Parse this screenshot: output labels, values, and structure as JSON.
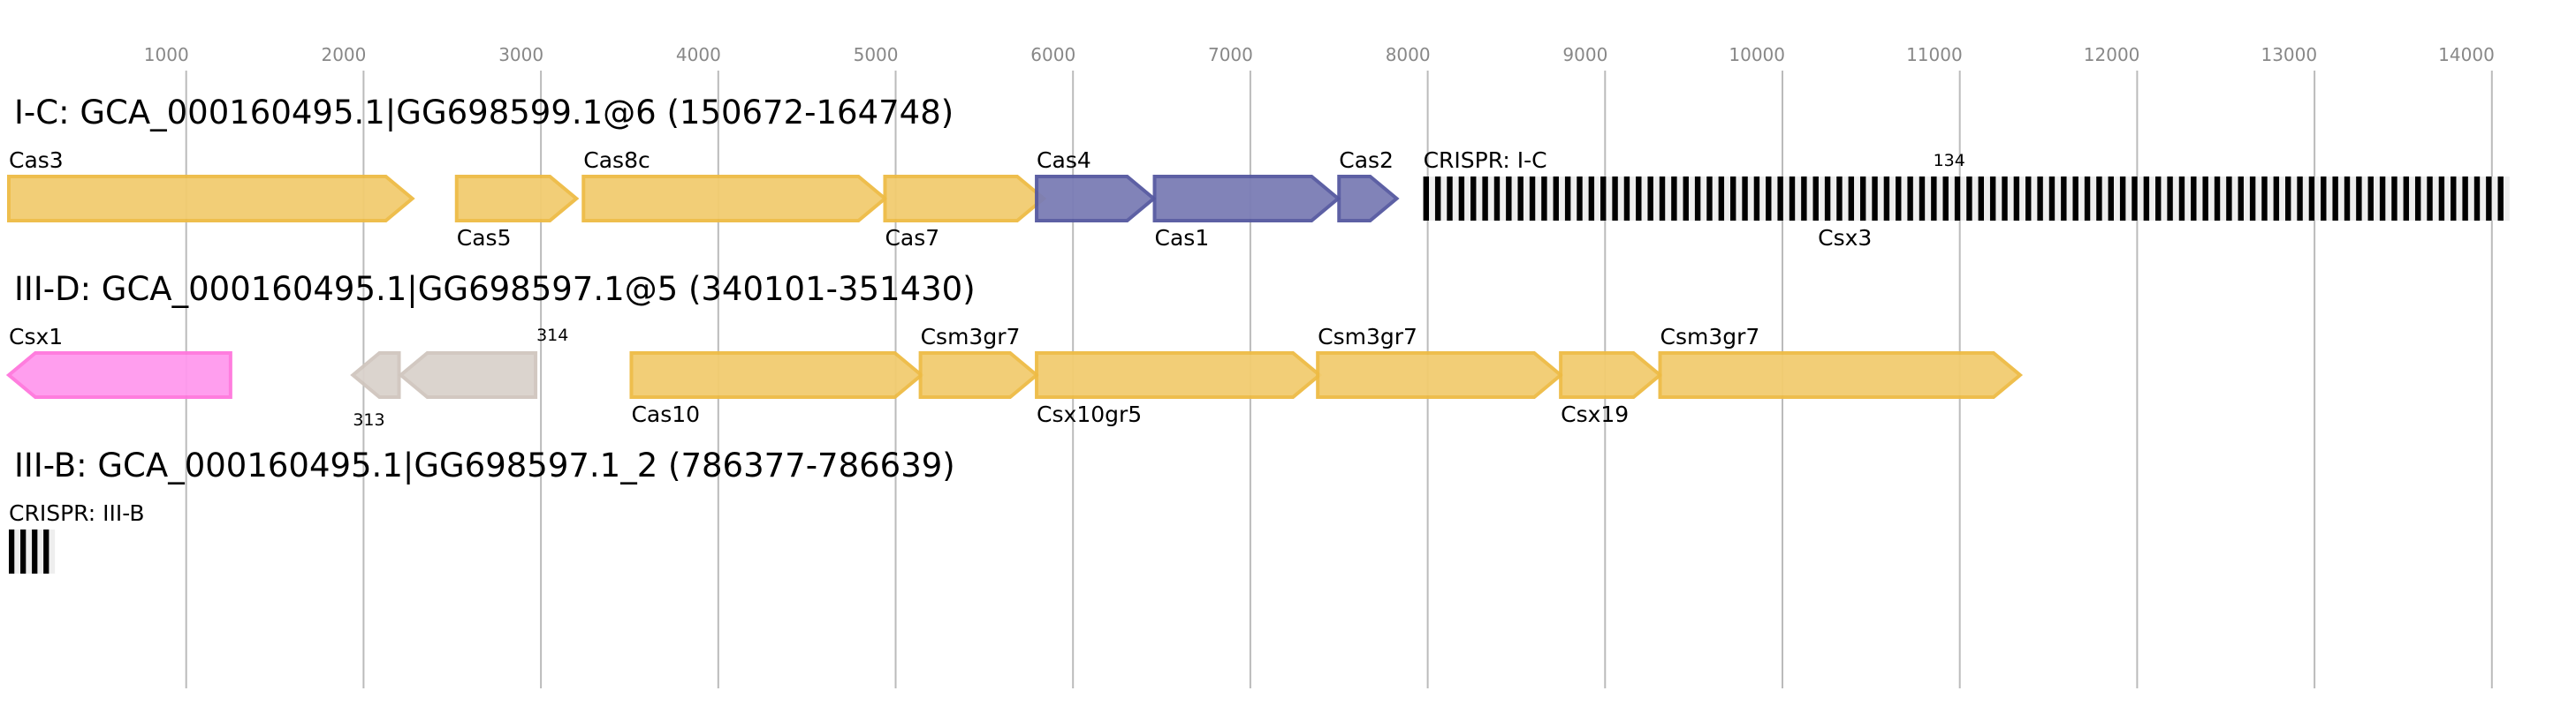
{
  "axis": {
    "unit": "bp",
    "range": [
      0,
      14100
    ],
    "ticks": [
      1000,
      2000,
      3000,
      4000,
      5000,
      6000,
      7000,
      8000,
      9000,
      10000,
      11000,
      12000,
      13000,
      14000
    ],
    "tick_labels": [
      "1000",
      "2000",
      "3000",
      "4000",
      "5000",
      "6000",
      "7000",
      "8000",
      "9000",
      "10000",
      "11000",
      "12000",
      "13000",
      "14000"
    ],
    "grid": true
  },
  "colors": {
    "grid": "#bbbbbb",
    "tick_text": "#888888",
    "yellow_fill": "#f2cc70",
    "yellow_stroke": "#eebb44",
    "blue_fill": "#7b7db5",
    "blue_stroke": "#5558a0",
    "pink_fill": "#ff99ee",
    "pink_stroke": "#ff77dd",
    "gray_fill": "#dad2cc",
    "gray_stroke": "#d0c6be",
    "crispr_repeat": "#000000",
    "crispr_spacer": "#eeeeee"
  },
  "tracks": [
    {
      "id": "I-C",
      "title": "I-C: GCA_000160495.1|GG698599.1@6 (150672-164748)",
      "features": [
        {
          "type": "gene",
          "name": "Cas3",
          "start": 0,
          "end": 2275,
          "strand": "+",
          "color": "yellow",
          "label_pos": "above"
        },
        {
          "type": "gene",
          "name": "Cas5",
          "start": 2525,
          "end": 3200,
          "strand": "+",
          "color": "yellow",
          "label_pos": "below"
        },
        {
          "type": "gene",
          "name": "Cas8c",
          "start": 3240,
          "end": 4940,
          "strand": "+",
          "color": "yellow",
          "label_pos": "above"
        },
        {
          "type": "gene",
          "name": "Cas7",
          "start": 4940,
          "end": 5835,
          "strand": "+",
          "color": "yellow",
          "label_pos": "below"
        },
        {
          "type": "gene",
          "name": "Cas4",
          "start": 5795,
          "end": 6455,
          "strand": "+",
          "color": "blue",
          "label_pos": "above"
        },
        {
          "type": "gene",
          "name": "Cas1",
          "start": 6460,
          "end": 7495,
          "strand": "+",
          "color": "blue",
          "label_pos": "below"
        },
        {
          "type": "gene",
          "name": "Cas2",
          "start": 7500,
          "end": 7825,
          "strand": "+",
          "color": "blue",
          "label_pos": "above"
        },
        {
          "type": "crispr",
          "name": "CRISPR: I-C",
          "start": 7975,
          "end": 14100,
          "repeats": 92,
          "label_pos": "above"
        }
      ],
      "extra_labels": [
        {
          "text": "134",
          "at": 10850,
          "pos": "above",
          "size": "small"
        },
        {
          "text": "Csx3",
          "at": 10200,
          "pos": "below",
          "size": "normal"
        }
      ]
    },
    {
      "id": "III-D",
      "title": "III-D: GCA_000160495.1|GG698597.1@5 (340101-351430)",
      "features": [
        {
          "type": "gene",
          "name": "Csx1",
          "start": 0,
          "end": 1250,
          "strand": "-",
          "color": "pink",
          "label_pos": "above"
        },
        {
          "type": "gene",
          "name": "313",
          "start": 1940,
          "end": 2200,
          "strand": "-",
          "color": "gray",
          "label_pos": "below",
          "label_size": "small"
        },
        {
          "type": "gene",
          "name": "314",
          "start": 2210,
          "end": 2970,
          "strand": "-",
          "color": "gray",
          "label_pos": "above",
          "label_size": "small"
        },
        {
          "type": "gene",
          "name": "Cas10",
          "start": 3510,
          "end": 5145,
          "strand": "+",
          "color": "yellow",
          "label_pos": "below"
        },
        {
          "type": "gene",
          "name": "Csm3gr7",
          "start": 5140,
          "end": 5795,
          "strand": "+",
          "color": "yellow",
          "label_pos": "above"
        },
        {
          "type": "gene",
          "name": "Csx10gr5",
          "start": 5795,
          "end": 7390,
          "strand": "+",
          "color": "yellow",
          "label_pos": "below"
        },
        {
          "type": "gene",
          "name": "Csm3gr7",
          "start": 7380,
          "end": 8750,
          "strand": "+",
          "color": "yellow",
          "label_pos": "above"
        },
        {
          "type": "gene",
          "name": "Csx19",
          "start": 8750,
          "end": 9310,
          "strand": "+",
          "color": "yellow",
          "label_pos": "below"
        },
        {
          "type": "gene",
          "name": "Csm3gr7",
          "start": 9310,
          "end": 11340,
          "strand": "+",
          "color": "yellow",
          "label_pos": "above"
        }
      ],
      "extra_labels": []
    },
    {
      "id": "III-B",
      "title": "III-B: GCA_000160495.1|GG698597.1_2 (786377-786639)",
      "features": [
        {
          "type": "crispr",
          "name": "CRISPR: III-B",
          "start": 0,
          "end": 260,
          "repeats": 4,
          "label_pos": "above"
        }
      ],
      "extra_labels": []
    }
  ]
}
